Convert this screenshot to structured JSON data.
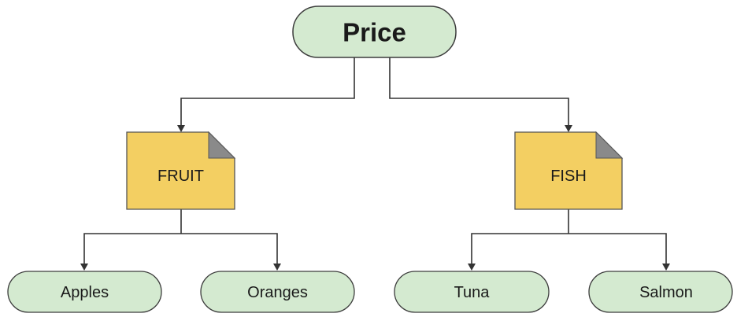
{
  "diagram": {
    "root": {
      "label": "Price"
    },
    "categories": [
      {
        "label": "FRUIT",
        "children": [
          "Apples",
          "Oranges"
        ]
      },
      {
        "label": "FISH",
        "children": [
          "Tuna",
          "Salmon"
        ]
      }
    ]
  },
  "colors": {
    "pill_fill": "#d4ead0",
    "pill_stroke": "#3c3c3c",
    "doc_fill": "#f3cf62",
    "doc_fold": "#8a8a8a",
    "connector": "#333333"
  }
}
